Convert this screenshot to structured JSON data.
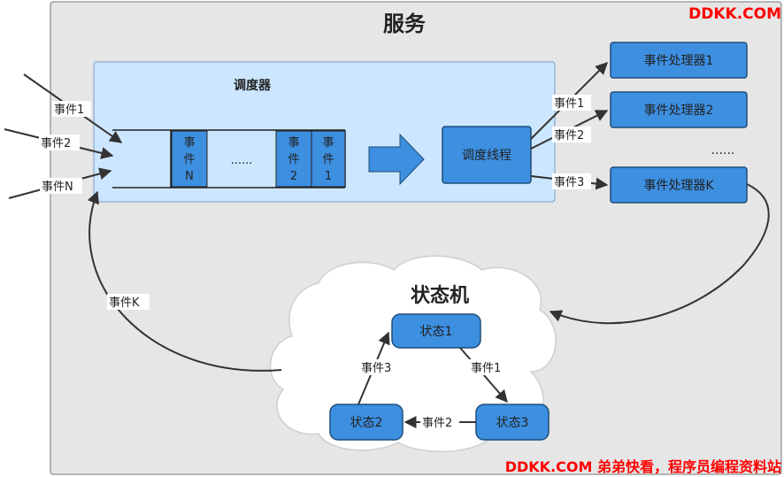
{
  "service": {
    "title": "服务"
  },
  "watermark": {
    "top": "DDKK.COM",
    "bottom": "DDKK.COM 弟弟快看，程序员编程资料站"
  },
  "scheduler": {
    "title": "调度器",
    "queue": {
      "cells": [
        {
          "lines": [
            "事",
            "件",
            "N"
          ]
        },
        {
          "lines": [
            "......"
          ]
        },
        {
          "lines": [
            "事",
            "件",
            "2"
          ]
        },
        {
          "lines": [
            "事",
            "件",
            "1"
          ]
        }
      ]
    },
    "incoming": [
      "事件1",
      "事件2",
      "事件N"
    ]
  },
  "dispatcher": {
    "label": "调度线程"
  },
  "dispatch_edges": [
    "事件1",
    "事件2",
    "事件3"
  ],
  "handlers": [
    "事件处理器1",
    "事件处理器2",
    "事件处理器K"
  ],
  "handlers_ellipsis": "......",
  "state_machine": {
    "title": "状态机",
    "states": [
      "状态1",
      "状态2",
      "状态3"
    ],
    "transitions": [
      "事件1",
      "事件2",
      "事件3"
    ]
  },
  "feedback": {
    "label": "事件K"
  },
  "colors": {
    "accent": "#3d8fe0",
    "accent_border": "#1f4e79",
    "panel": "#cce6ff",
    "service_bg": "#e6e6e6",
    "watermark": "#ff0000"
  }
}
